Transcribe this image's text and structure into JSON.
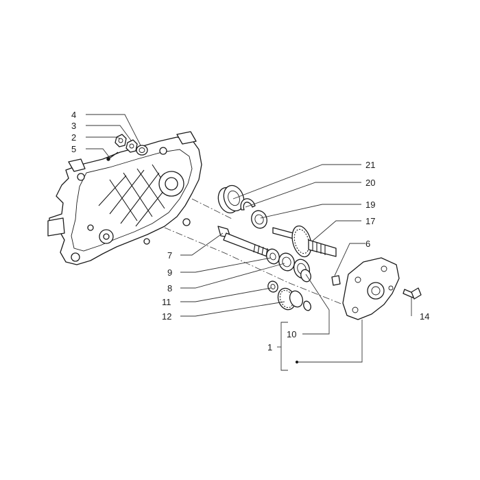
{
  "callouts": {
    "c1": "1",
    "c2": "2",
    "c3": "3",
    "c4": "4",
    "c5": "5",
    "c6": "6",
    "c7": "7",
    "c8": "8",
    "c9": "9",
    "c10": "10",
    "c11": "11",
    "c12": "12",
    "c14": "14",
    "c17": "17",
    "c19": "19",
    "c20": "20",
    "c21": "21"
  }
}
